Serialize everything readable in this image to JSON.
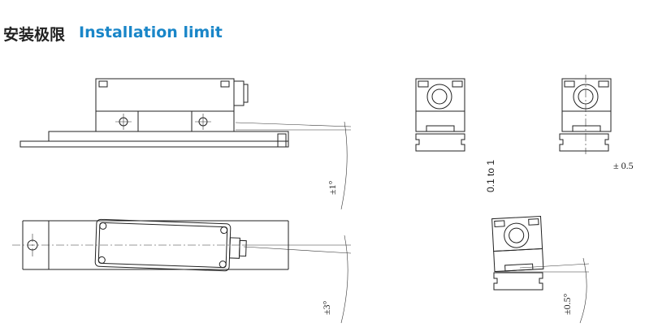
{
  "header": {
    "title_cn": "安装极限",
    "title_en": "Installation limit"
  },
  "labels": {
    "pitch": "±1°",
    "yaw": "±3°",
    "roll": "±0.5°",
    "gap": "0.1 to 1",
    "offset": "± 0.5"
  },
  "colors": {
    "accent": "#1a86c8",
    "line": "#222222"
  }
}
